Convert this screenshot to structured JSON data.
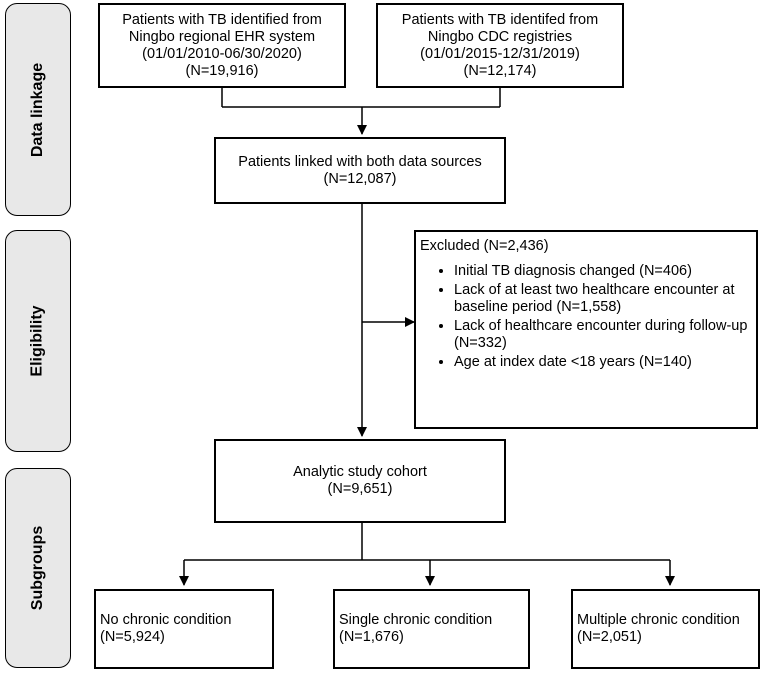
{
  "phases": {
    "data_linkage": "Data linkage",
    "eligibility": "Eligibility",
    "subgroups": "Subgroups"
  },
  "source_ehr": {
    "line1": "Patients with TB identified  from",
    "line2": "Ningbo regional EHR system",
    "line3": "(01/01/2010-06/30/2020)",
    "line4": "(N=19,916)"
  },
  "source_cdc": {
    "line1": "Patients with TB identifed from",
    "line2": "Ningbo CDC registries",
    "line3": "(01/01/2015-12/31/2019)",
    "line4": "(N=12,174)"
  },
  "linked": {
    "line1": "Patients linked with both data sources",
    "line2": "(N=12,087)"
  },
  "excluded": {
    "title": "Excluded (N=2,436)",
    "items": [
      "Initial TB diagnosis changed (N=406)",
      "Lack of at least two healthcare encounter at baseline period (N=1,558)",
      "Lack of healthcare encounter during follow-up (N=332)",
      "Age at index date <18 years (N=140)"
    ]
  },
  "cohort": {
    "line1": "Analytic study cohort",
    "line2": "(N=9,651)"
  },
  "subgroups": [
    {
      "line1": "No chronic condition",
      "line2": "(N=5,924)"
    },
    {
      "line1": "Single chronic condition",
      "line2": "(N=1,676)"
    },
    {
      "line1": "Multiple chronic condition",
      "line2": "(N=2,051)"
    }
  ]
}
